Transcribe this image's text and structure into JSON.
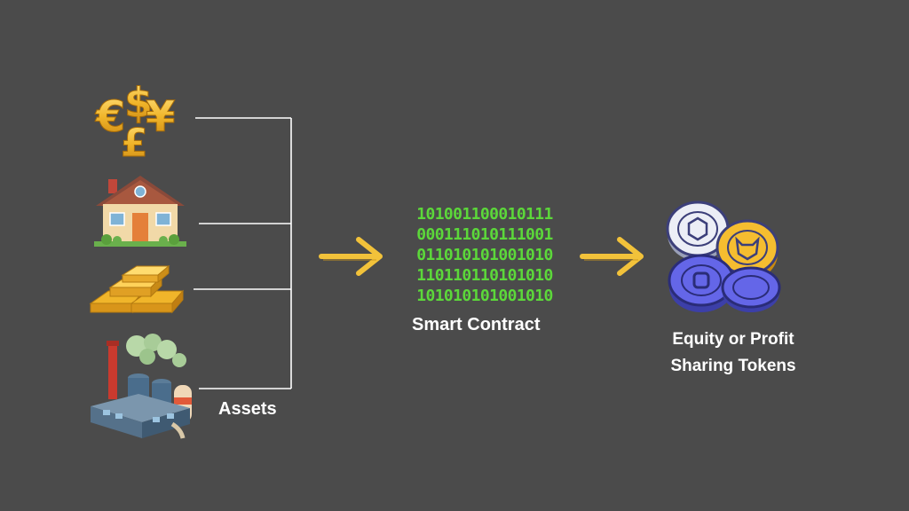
{
  "labels": {
    "assets": "Assets",
    "smart_contract": "Smart Contract",
    "tokens_line1": "Equity or Profit",
    "tokens_line2": "Sharing Tokens"
  },
  "binary_lines": [
    "101001100010111",
    "000111010111001",
    "011010101001010",
    "110110110101010",
    "101010101001010"
  ],
  "currency_symbols": [
    "€",
    "$",
    "¥",
    "£"
  ],
  "icons": {
    "currency": "currency-symbols-icon",
    "house": "house-icon",
    "gold": "gold-bars-icon",
    "factory": "factory-icon",
    "coins": "token-coins-icon"
  },
  "colors": {
    "background": "#4b4b4b",
    "binary": "#5cd83a",
    "arrow": "#f2c23a",
    "lines": "#ffffff"
  }
}
